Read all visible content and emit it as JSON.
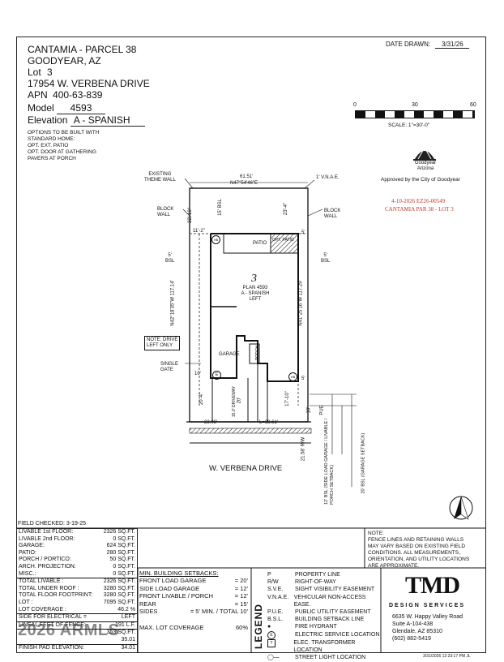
{
  "header": {
    "project": "CANTAMIA - PARCEL 38",
    "city": "GOODYEAR, AZ",
    "lot_label": "Lot",
    "lot_value": "3",
    "address": "17954 W. VERBENA DRIVE",
    "apn_label": "APN",
    "apn_value": "400-63-",
    "apn_suffix": "839",
    "model_label": "Model",
    "model_value": "4593",
    "elevation_label": "Elevation",
    "elevation_value": "A - SPANISH",
    "options_lines": [
      "OPTIONS TO BE BUILT WITH",
      "STANDARD HOME:",
      "OPT. EXT. PATIO",
      "OPT. DOOR AT GATHERING",
      "PAVERS AT PORCH"
    ]
  },
  "date_drawn": {
    "label": "DATE DRAWN:",
    "value": "3/31/26"
  },
  "scale": {
    "ticks": [
      "0",
      "30",
      "60"
    ],
    "label": "SCALE: 1\"=30'-0\""
  },
  "approval": {
    "logo_text_1": "Goodyear",
    "logo_text_2": "Arizona",
    "approved_text": "Approved by the City of Goodyear",
    "stamp_line_1": "4-10-2026 EZ26-00549",
    "stamp_line_2": "CANTAMIA PAR 38 - LOT 3"
  },
  "plan": {
    "existing_theme_wall": [
      "EXISTING",
      "THEME WALL"
    ],
    "rear_dim": "61.51'",
    "rear_bearing": "N47°54'46\"E",
    "vnae_label": "1' V.N.A.E.",
    "block_wall_left": [
      "BLOCK",
      "WALL"
    ],
    "block_wall_right": [
      "BLOCK",
      "WALL"
    ],
    "dim_22_10": "22'-10\"",
    "dim_15_bsl": "15' BSL",
    "dim_23_4": "23'-4\"",
    "dim_11_2": "11'-2\"",
    "dim_5_right": "5'",
    "patio": "PATIO",
    "opt_patio": "OPT. PATIO",
    "bsl_left": [
      "5'",
      "BSL"
    ],
    "bsl_right": [
      "5'",
      "BSL"
    ],
    "lot_number": "3",
    "plan_line_1": "PLAN 4593",
    "plan_line_2": "A - SPANISH",
    "plan_line_3": "LEFT",
    "left_bearing": "N42°18'35\"W 117.14'",
    "right_bearing": "N41°25'16\"W 117.29'",
    "note_drive": [
      "NOTE: DRIVE",
      "LEFT ONLY"
    ],
    "garage": "GARAGE",
    "porch": "PORCH",
    "single_gate": [
      "SINGLE",
      "GATE"
    ],
    "dim_10_left": "10'",
    "dim_20_4": "20'-4\"",
    "dim_15_driveway": "15.0' DRIVEWAY",
    "dim_20": "20'",
    "dim_17_10": "17'-10\"",
    "dim_10_pue": "10'",
    "pue_label": "PUE",
    "dim_5_bottom": "5'",
    "front_left": "23.08'",
    "front_right": "L=38.61'",
    "rw_dim": "21.58' R/W",
    "bsl_12": "12' BSL (SIDE LOAD GARAGE / LIVABLE / PORCH SETBACK)",
    "bsl_20": "20' BSL (GARAGE SETBACK)",
    "street": "W. VERBENA DRIVE",
    "marker_hb": "HB",
    "marker_e": "E",
    "marker_hb2": "HB"
  },
  "field_checked": "FIELD CHECKED: 3-19-25",
  "areas": [
    [
      "LIVABLE 1st FLOOR:",
      "2326 SQ.FT."
    ],
    [
      "LIVABLE 2nd FLOOR:",
      "0 SQ.FT."
    ],
    [
      "GARAGE:",
      "624 SQ.FT."
    ],
    [
      "PATIO:",
      "280 SQ.FT."
    ],
    [
      "PORCH / PORTICO:",
      "50 SQ.FT."
    ],
    [
      "ARCH. PROJECTION:",
      "0 SQ.FT."
    ],
    [
      "MISC.:",
      "0 SQ.FT."
    ]
  ],
  "totals": [
    [
      "TOTAL LIVABLE :",
      "2326 SQ.FT."
    ],
    [
      "TOTAL UNDER ROOF :",
      "3280 SQ.FT."
    ],
    [
      "TOTAL FLOOR FOOTPRINT:",
      "3280 SQ.FT."
    ],
    [
      "LOT :",
      "7095 SQ.FT."
    ],
    [
      "LOT COVERAGE :",
      "46.2 %"
    ]
  ],
  "extras": [
    [
      "SIDE FOR ELECTRICAL =",
      "LEFT"
    ],
    [
      "LINEAL FEET OF FENCE:",
      "191 L.F."
    ],
    [
      "",
      "353 SQ.FT."
    ],
    [
      "",
      "35.01"
    ],
    [
      "FINISH PAD ELEVATION:",
      "34.01"
    ]
  ],
  "watermark": "2026 ARMLS",
  "setbacks": {
    "title": "MIN. BUILDING SETBACKS:",
    "rows": [
      [
        "FRONT LOAD GARAGE",
        "= 20'"
      ],
      [
        "SIDE LOAD GARAGE",
        "= 12'"
      ],
      [
        "FRONT LIVABLE / PORCH",
        "= 12'"
      ],
      [
        "REAR",
        "= 15'"
      ],
      [
        "SIDES",
        "= 5' MIN. / TOTAL 10'"
      ]
    ],
    "max_cov_label": "MAX. LOT COVERAGE",
    "max_cov_value": "60%"
  },
  "legend": {
    "title": "LEGEND",
    "items": [
      [
        "P",
        "PROPERTY LINE"
      ],
      [
        "R/W",
        "RIGHT-OF-WAY"
      ],
      [
        "S.V.E.",
        "SIGHT VISIBILITY EASEMENT"
      ],
      [
        "V.N.A.E.",
        "VEHICULAR NON-ACCESS EASE."
      ],
      [
        "P.U.E.",
        "PUBLIC UTILITY EASEMENT"
      ],
      [
        "B.S.L.",
        "BUILDING SETBACK LINE"
      ],
      [
        "",
        "FIRE HYDRANT"
      ],
      [
        "E",
        "ELECTRIC SERVICE LOCATION"
      ],
      [
        "T",
        "ELEC. TRANSFORMER LOCATION"
      ],
      [
        "",
        "STREET LIGHT LOCATION"
      ]
    ]
  },
  "note": {
    "lines": [
      "NOTE:",
      "FENCE LINES AND RETAINING WALLS",
      "MAY VARY BASED ON EXISTING FIELD",
      "CONDITIONS.  ALL MEASUREMENTS,",
      "ORIENTATION, AND UTILITY LOCATIONS",
      "ARE APPROXIMATE."
    ]
  },
  "company": {
    "logo": "TMD",
    "tagline": "DESIGN SERVICES",
    "address_lines": [
      "6635 W. Happy Valley Road",
      "Suite A-104-438",
      "Glendale, AZ 85310",
      "(602) 882-5419"
    ]
  },
  "print_stamp": "3/31/2026 12:23:17 PM JL"
}
